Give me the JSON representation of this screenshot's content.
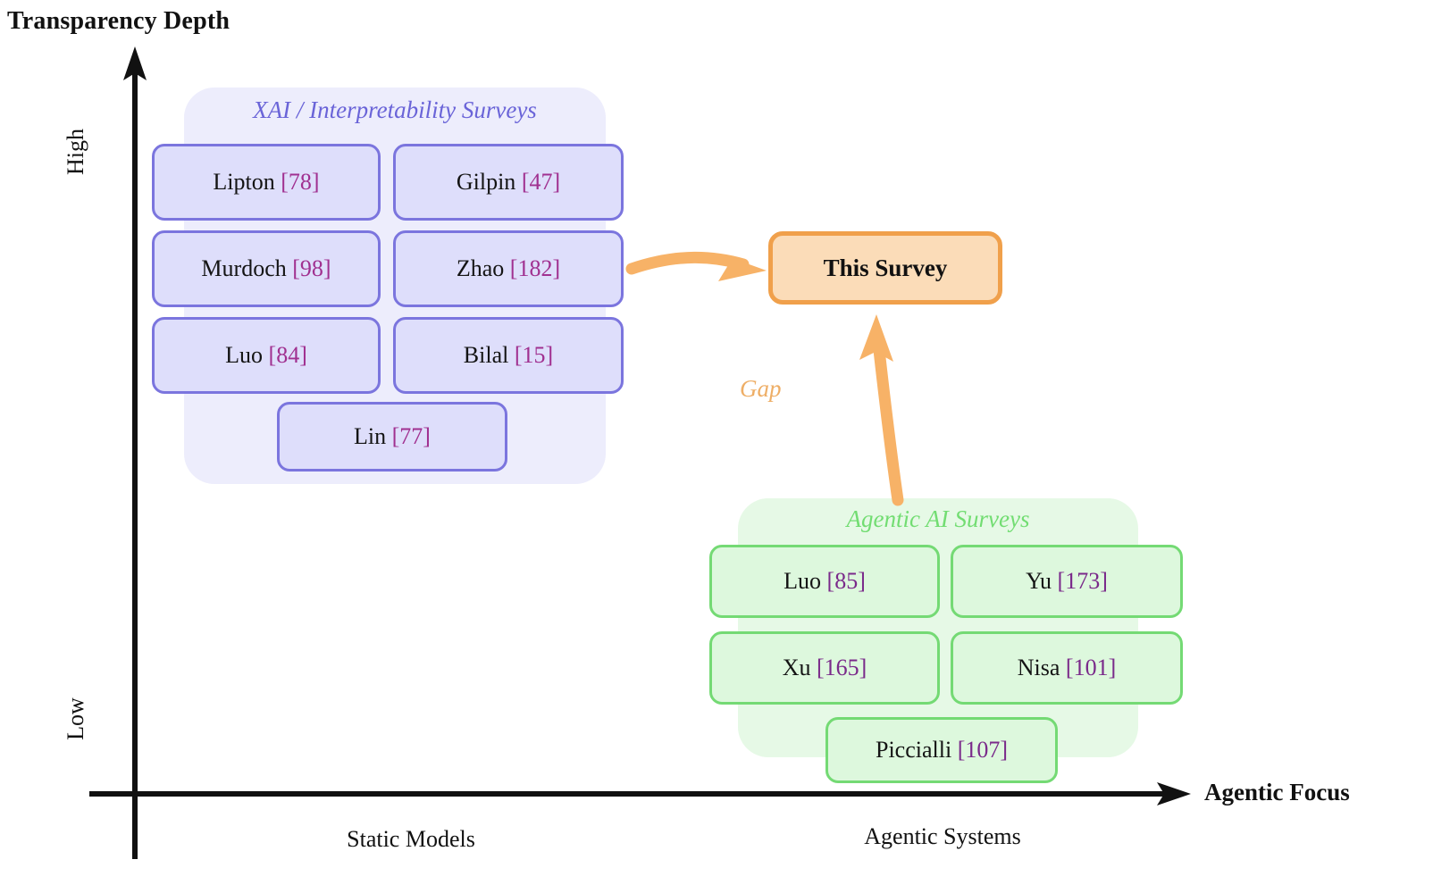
{
  "axes": {
    "y_title": "Transparency Depth",
    "x_title": "Agentic Focus",
    "y_high": "High",
    "y_low": "Low",
    "x_left": "Static Models",
    "x_right": "Agentic Systems"
  },
  "groups": {
    "xai": {
      "title": "XAI / Interpretability Surveys",
      "panel_color": "#ededfc",
      "title_color": "#6a64d8",
      "node_fill": "#dedefb",
      "node_border": "#7b75de",
      "nodes": [
        {
          "name": "Lipton",
          "cite": "[78]"
        },
        {
          "name": "Gilpin",
          "cite": "[47]"
        },
        {
          "name": "Murdoch",
          "cite": "[98]"
        },
        {
          "name": "Zhao",
          "cite": "[182]"
        },
        {
          "name": "Luo",
          "cite": "[84]"
        },
        {
          "name": "Bilal",
          "cite": "[15]"
        },
        {
          "name": "Lin",
          "cite": "[77]"
        }
      ]
    },
    "agentic": {
      "title": "Agentic AI Surveys",
      "panel_color": "#e6f9e6",
      "title_color": "#72dd72",
      "node_fill": "#ddf8dd",
      "node_border": "#74da74",
      "nodes": [
        {
          "name": "Luo",
          "cite": "[85]"
        },
        {
          "name": "Yu",
          "cite": "[173]"
        },
        {
          "name": "Xu",
          "cite": "[165]"
        },
        {
          "name": "Nisa",
          "cite": "[101]"
        },
        {
          "name": "Piccialli",
          "cite": "[107]"
        }
      ]
    }
  },
  "highlight": {
    "label": "This Survey",
    "fill": "#fbdcb8",
    "border": "#f0a04b"
  },
  "annotation": {
    "gap_label": "Gap",
    "gap_color": "#eeae66"
  },
  "colors": {
    "citation_purple": "#a03090",
    "citation_green_group": "#7a2a8a",
    "axis_black": "#111111",
    "arrow_orange": "#f7b267"
  },
  "chart_data": {
    "type": "scatter",
    "title": "Transparency Depth vs Agentic Focus positioning map",
    "xlabel": "Agentic Focus",
    "ylabel": "Transparency Depth",
    "xticks": [
      "Static Models",
      "Agentic Systems"
    ],
    "yticks": [
      "Low",
      "High"
    ],
    "grid": false,
    "legend": "none",
    "clusters": [
      {
        "name": "XAI / Interpretability Surveys",
        "color": "#7b75de",
        "x_region": "Static Models",
        "y_region": "High",
        "points": [
          {
            "label": "Lipton [78]",
            "x": 0.18,
            "y": 0.84
          },
          {
            "label": "Gilpin [47]",
            "x": 0.35,
            "y": 0.84
          },
          {
            "label": "Murdoch [98]",
            "x": 0.18,
            "y": 0.72
          },
          {
            "label": "Zhao [182]",
            "x": 0.35,
            "y": 0.72
          },
          {
            "label": "Luo [84]",
            "x": 0.18,
            "y": 0.6
          },
          {
            "label": "Bilal [15]",
            "x": 0.35,
            "y": 0.6
          },
          {
            "label": "Lin [77]",
            "x": 0.27,
            "y": 0.49
          }
        ]
      },
      {
        "name": "Agentic AI Surveys",
        "color": "#74da74",
        "x_region": "Agentic Systems",
        "y_region": "Low",
        "points": [
          {
            "label": "Luo [85]",
            "x": 0.62,
            "y": 0.26
          },
          {
            "label": "Yu [173]",
            "x": 0.8,
            "y": 0.26
          },
          {
            "label": "Xu [165]",
            "x": 0.62,
            "y": 0.15
          },
          {
            "label": "Nisa [101]",
            "x": 0.8,
            "y": 0.15
          },
          {
            "label": "Piccialli [107]",
            "x": 0.71,
            "y": 0.05
          }
        ]
      },
      {
        "name": "This Survey",
        "color": "#f0a04b",
        "x_region": "Agentic Systems",
        "y_region": "High",
        "points": [
          {
            "label": "This Survey",
            "x": 0.68,
            "y": 0.72
          }
        ]
      }
    ],
    "annotations": [
      {
        "text": "Gap",
        "x": 0.62,
        "y": 0.52,
        "color": "#eeae66"
      },
      {
        "text": "arrow from XAI cluster to This Survey",
        "type": "arrow",
        "color": "#f7b267"
      },
      {
        "text": "arrow from Agentic AI cluster to This Survey",
        "type": "arrow",
        "color": "#f7b267"
      }
    ]
  }
}
